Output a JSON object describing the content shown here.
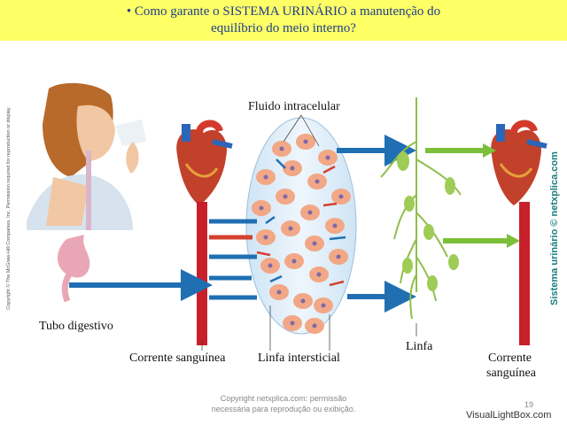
{
  "header": {
    "line1": "• Como garante o SISTEMA URINÁRIO a manutenção do",
    "line2": "equilíbrio do meio interno?"
  },
  "labels": {
    "intracellular": "Fluido intracelular",
    "digestive": "Tubo digestivo",
    "bloodstream_left": "Corrente sanguínea",
    "interstitial": "Linfa intersticial",
    "lymph": "Linfa",
    "bloodstream_right_1": "Corrente",
    "bloodstream_right_2": "sanguínea"
  },
  "side_copyright": "Copyright © The McGraw-Hill Companies, Inc. Permission required for reproduction or display.",
  "side_credit": "Sistema urinário © netxplica.com",
  "footer": {
    "line1": "Copyright netxplica.com: permissão",
    "line2": "necessária para reprodução ou exibição."
  },
  "page_number": "19",
  "watermark": "VisualLightBox.com",
  "colors": {
    "header_bg": "#ffff66",
    "header_text": "#1c3f8c",
    "artery": "#c8202a",
    "arrow_blue": "#1f6fb2",
    "arrow_red": "#d6402f",
    "arrow_green": "#7cbf3a",
    "cell": "#f2a886",
    "lymph_green": "#8fbf4a"
  }
}
